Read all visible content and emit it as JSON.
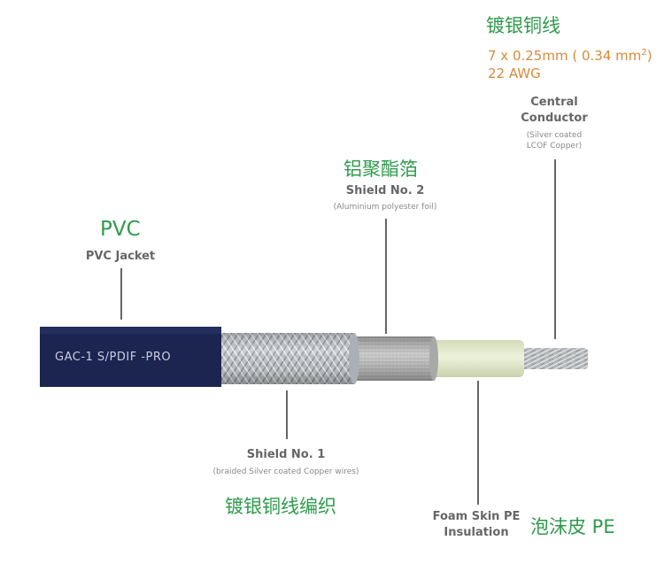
{
  "central": {
    "cn": "镀银铜线",
    "spec_line1_prefix": "7 x 0.25mm ( 0.34 mm",
    "spec_line1_sup": "2",
    "spec_line1_suffix": ")",
    "spec_line2": "22 AWG",
    "label_line1": "Central",
    "label_line2": "Conductor",
    "sub_line1": "(Silver coated",
    "sub_line2": "LCOF Copper)"
  },
  "shield2": {
    "cn": "铝聚酯箔",
    "label": "Shield No. 2",
    "sub": "(Aluminium polyester foil)"
  },
  "jacket": {
    "big": "PVC",
    "label": "PVC Jacket",
    "print": "GAC-1  S/PDIF -PRO"
  },
  "shield1": {
    "label": "Shield No. 1",
    "sub": "(braided Silver coated Copper wires)",
    "cn": "镀银铜线编织"
  },
  "insulation": {
    "label_line1": "Foam Skin PE",
    "label_line2": "Insulation",
    "cn": "泡沫皮 PE"
  },
  "colors": {
    "jacket": "#1b2550",
    "braid": "#c9cdd2",
    "foil": "#bfbfbf",
    "foam": "#e4eccc",
    "conductor": "#b8bcc0",
    "leader": "#666666",
    "green_text": "#2f9b4c",
    "orange_text": "#d9893a"
  }
}
